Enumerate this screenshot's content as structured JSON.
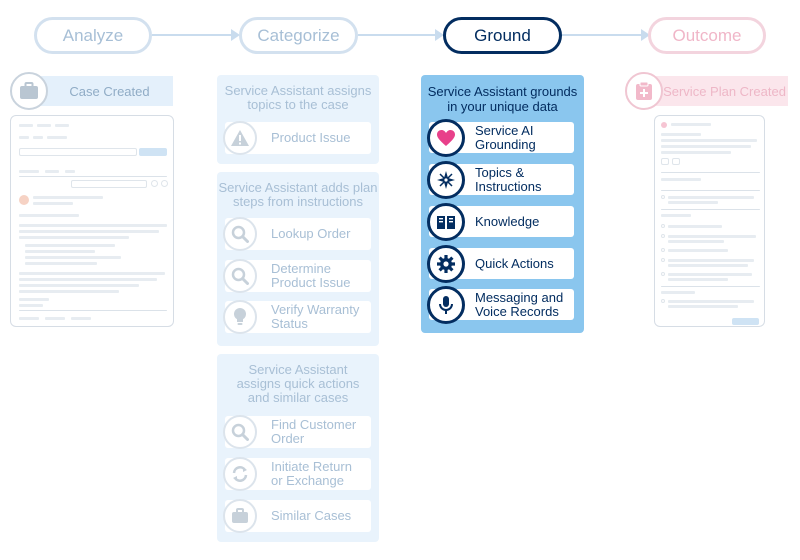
{
  "stages": {
    "analyze": "Analyze",
    "categorize": "Categorize",
    "ground": "Ground",
    "outcome": "Outcome"
  },
  "case_panel": {
    "title": "Case Created",
    "icon": "briefcase-icon"
  },
  "plan_panel": {
    "title": "Service Plan Created",
    "icon": "clipboard-plus-icon"
  },
  "categorize": {
    "topics": {
      "title_line1": "Service Assistant assigns",
      "title_line2": "topics to the case",
      "items": [
        {
          "label_l1": "Product Issue",
          "label_l2": "",
          "icon": "warning-icon"
        }
      ]
    },
    "steps": {
      "title_line1": "Service Assistant adds plan",
      "title_line2": "steps from instructions",
      "items": [
        {
          "label_l1": "Lookup Order",
          "label_l2": "",
          "icon": "search-icon"
        },
        {
          "label_l1": "Determine",
          "label_l2": "Product Issue",
          "icon": "search-icon"
        },
        {
          "label_l1": "Verify Warranty",
          "label_l2": "Status",
          "icon": "lightbulb-icon"
        }
      ]
    },
    "actions": {
      "title_line1": "Service Assistant",
      "title_line2": "assigns quick actions",
      "title_line3": "and similar cases",
      "items": [
        {
          "label_l1": "Find Customer",
          "label_l2": "Order",
          "icon": "search-icon"
        },
        {
          "label_l1": "Initiate Return",
          "label_l2": "or Exchange",
          "icon": "exchange-icon"
        },
        {
          "label_l1": "Similar Cases",
          "label_l2": "",
          "icon": "briefcase-icon"
        }
      ]
    }
  },
  "ground": {
    "title_line1": "Service Assistant grounds",
    "title_line2": "in your unique data",
    "items": [
      {
        "label_l1": "Service AI",
        "label_l2": "Grounding",
        "icon": "heart-icon"
      },
      {
        "label_l1": "Topics &",
        "label_l2": "Instructions",
        "icon": "compass-icon"
      },
      {
        "label_l1": "Knowledge",
        "label_l2": "",
        "icon": "book-icon"
      },
      {
        "label_l1": "Quick Actions",
        "label_l2": "",
        "icon": "gear-icon"
      },
      {
        "label_l1": "Messaging and",
        "label_l2": "Voice Records",
        "icon": "microphone-icon"
      }
    ]
  },
  "colors": {
    "navy": "#032d60",
    "heart_pink": "#e8408a",
    "faded_blue": "#a8bfd5",
    "ground_bg": "#8ac6ee",
    "outcome_pink": "#f0b6c8"
  }
}
